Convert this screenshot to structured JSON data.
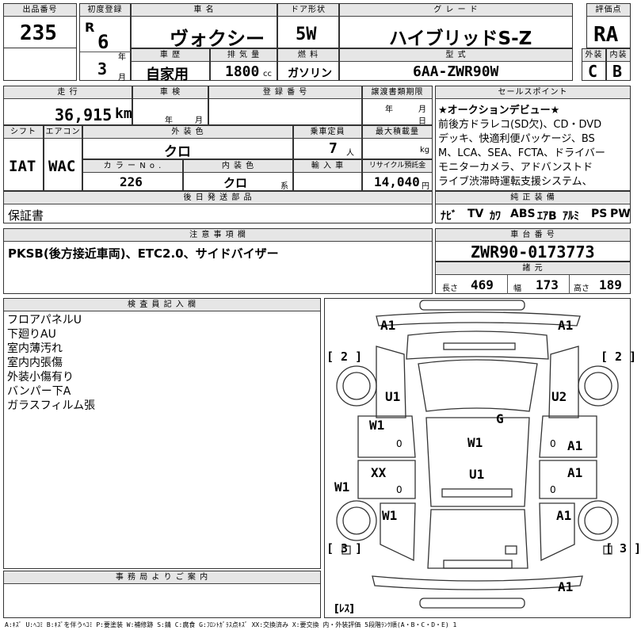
{
  "header_labels": {
    "lot": "出品番号",
    "first_reg": "初度登録",
    "car_name": "車 名",
    "door": "ドア形状",
    "grade": "グ レ ー ド",
    "score": "評価点",
    "history": "車 歴",
    "displacement": "排 気 量",
    "fuel": "燃 料",
    "model_code": "型 式",
    "exterior": "外装",
    "interior": "内装",
    "mileage": "走 行",
    "inspection": "車 検",
    "reg_no": "登 録 番 号",
    "transfer_deadline": "譲渡書類期限",
    "sales_point": "セールスポイント",
    "shift": "シフト",
    "aircon": "エアコン",
    "ext_color": "外 装 色",
    "capacity": "乗車定員",
    "max_load": "最大積載量",
    "color_no": "カ ラ ー N o .",
    "int_color": "内 装 色",
    "import": "輸 入 車",
    "recycle": "リサイクル預託金",
    "after_parts": "後 日 発 送 部 品",
    "equipment": "純 正 装 備",
    "notice": "注 意 事 項 欄",
    "chassis": "車 台 番 号",
    "specs": "諸 元",
    "inspector": "検 査 員 記 入 欄",
    "office": "事 務 局 よ り ご 案 内"
  },
  "lot_number": "235",
  "first_registration": {
    "era": "R",
    "year": "6",
    "year_unit": "年",
    "month": "3",
    "month_unit": "月"
  },
  "car_name": "ヴォクシー",
  "door_type": "5W",
  "grade": "ハイブリッドS-Z",
  "score": "RA",
  "history": "自家用",
  "displacement": "1800",
  "displacement_unit": "cc",
  "fuel": "ガソリン",
  "model_code": "6AA-ZWR90W",
  "exterior_grade": "C",
  "interior_grade": "B",
  "mileage": "36,915",
  "mileage_unit": "km",
  "inspection_units": {
    "year": "年",
    "month": "月"
  },
  "transfer_units": {
    "year": "年",
    "month": "月",
    "day": "日"
  },
  "shift": "IAT",
  "aircon": "WAC",
  "exterior_color": "クロ",
  "capacity": "7",
  "capacity_unit": "人",
  "max_load_unit": "kg",
  "color_no": "226",
  "interior_color": "クロ",
  "interior_color_unit": "系",
  "recycle_fee": "14,040",
  "recycle_unit": "円",
  "after_parts": "保証書",
  "sales_points": [
    "★オークションデビュー★",
    "前後方ドラレコ(SD欠)、CD・DVD",
    "デッキ、快適利便パッケージ、BS",
    "M、LCA、SEA、FCTA、ドライバー",
    "モニターカメラ、アドバンストド",
    "ライブ渋滞時運転支援システム、"
  ],
  "equipment": [
    "ﾅﾋﾞ",
    "TV",
    "ｶﾜ",
    "ABS",
    "ｴｱB",
    "ｱﾙﾐ",
    "PS",
    "PW"
  ],
  "notice": "PKSB(後方接近車両)、ETC2.0、サイドバイザー",
  "chassis_number": "ZWR90-0173773",
  "specs": {
    "length_label": "長さ",
    "length": "469",
    "width_label": "幅",
    "width": "173",
    "height_label": "高さ",
    "height": "189"
  },
  "inspector_notes": [
    "フロアパネルU",
    "下廻りAU",
    "室内薄汚れ",
    "室内内張傷",
    "外装小傷有り",
    "バンパー下A",
    "ガラスフィルム張"
  ],
  "diagram_marks": {
    "front_left": "A1",
    "front_right": "A1",
    "bracket_2_left": "[ 2 ]",
    "bracket_2_right": "[ 2 ]",
    "u1_left": "U1",
    "u2_right": "U2",
    "glass": "G",
    "w1_left_front_door": "W1",
    "w1_roof": "W1",
    "a1_right_front_door": "A1",
    "xx_left_rear_door": "XX",
    "u1_center": "U1",
    "a1_right_rear_door": "A1",
    "w1_left_side": "W1",
    "w1_left_rear_quarter": "W1",
    "a1_right_rear_quarter": "A1",
    "bracket_3_left": "[ 3 ]",
    "bracket_3_right": "[ 3 ]",
    "a1_rear_bumper": "A1",
    "rear_small": "[ﾚｽ]",
    "zero": "0"
  },
  "legend": "A:ｷｽﾞ U:ﾍｺﾐ B:ｷｽﾞを伴うﾍｺﾐ P:要塗装 W:補修跡 S:錆 C:腐食 G:ﾌﾛﾝﾄｶﾞﾗｽ点ｷｽﾞ XX:交換済み X:要交換 内・外装評価 5段階ﾗﾝｸ順(A・B・C・D・E) 1"
}
